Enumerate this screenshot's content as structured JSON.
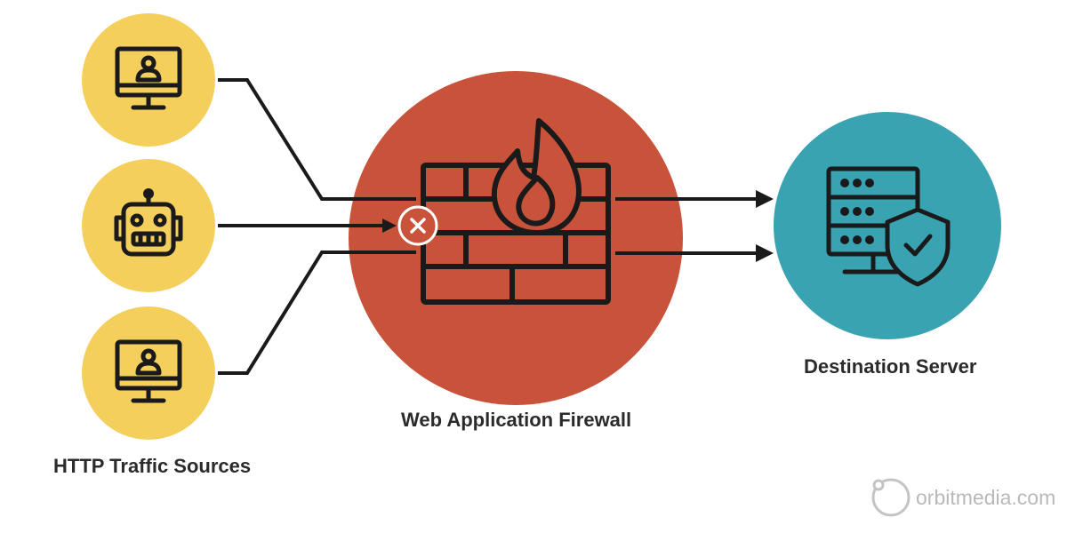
{
  "labels": {
    "sources": "HTTP Traffic Sources",
    "firewall": "Web Application Firewall",
    "destination": "Destination Server"
  },
  "watermark": "orbitmedia.com",
  "colors": {
    "source_circle": "#f5cf5c",
    "firewall_circle": "#c9533a",
    "server_circle": "#3aa3b2",
    "stroke": "#1a1a1a"
  },
  "icons": {
    "source_1": "user-monitor-icon",
    "source_2": "robot-icon",
    "source_3": "user-monitor-icon",
    "firewall": "brick-wall-flame-icon",
    "blocked": "blocked-x-icon",
    "destination": "server-shield-check-icon"
  }
}
